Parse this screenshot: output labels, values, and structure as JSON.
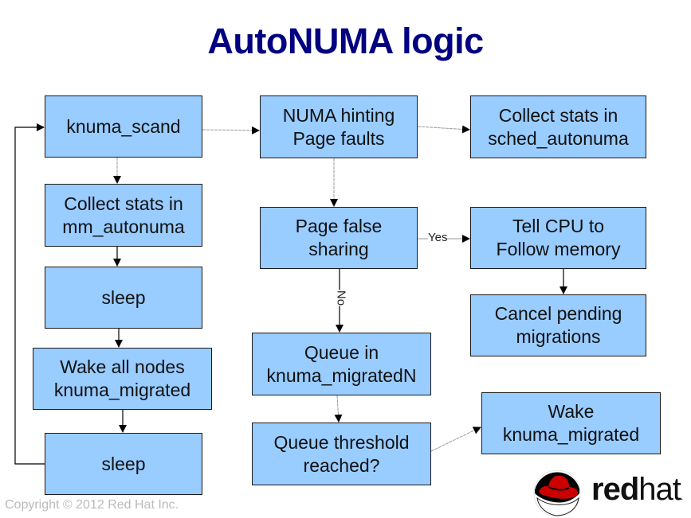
{
  "title": "AutoNUMA logic",
  "footer": {
    "copyright": "Copyright © 2012 Red Hat Inc."
  },
  "logo": {
    "bold_part": "red",
    "light_part": "hat",
    "suffix": ".",
    "colors": {
      "hat": "#cc0000",
      "text": "#111111"
    }
  },
  "colors": {
    "title": "#000080",
    "box_fill": "#99ccff",
    "box_border": "#1a1a1a",
    "arrow": "#000000",
    "dotted_arrow": "#888888"
  },
  "nodes": {
    "knuma_scand": {
      "lines": [
        "knuma_scand"
      ]
    },
    "collect_mm": {
      "lines": [
        "Collect stats in",
        "mm_autonuma"
      ]
    },
    "sleep1": {
      "lines": [
        "sleep"
      ]
    },
    "wake_all": {
      "lines": [
        "Wake all nodes",
        "knuma_migrated"
      ]
    },
    "sleep2": {
      "lines": [
        "sleep"
      ]
    },
    "numa_faults": {
      "lines": [
        "NUMA hinting",
        "Page faults"
      ]
    },
    "collect_sched": {
      "lines": [
        "Collect stats in",
        "sched_autonuma"
      ]
    },
    "false_sharing": {
      "lines": [
        "Page false",
        "sharing"
      ]
    },
    "tell_cpu": {
      "lines": [
        "Tell CPU to",
        "Follow memory"
      ]
    },
    "cancel_pending": {
      "lines": [
        "Cancel pending",
        "migrations"
      ]
    },
    "queue_in": {
      "lines": [
        "Queue in",
        "knuma_migratedN"
      ]
    },
    "queue_threshold": {
      "lines": [
        "Queue threshold",
        "reached?"
      ]
    },
    "wake_migrated": {
      "lines": [
        "Wake",
        "knuma_migrated"
      ]
    }
  },
  "edges": [
    {
      "from": "knuma_scand",
      "to": "numa_faults",
      "style": "dotted"
    },
    {
      "from": "knuma_scand",
      "to": "collect_mm",
      "style": "dotted"
    },
    {
      "from": "collect_mm",
      "to": "sleep1",
      "style": "solid"
    },
    {
      "from": "sleep1",
      "to": "wake_all",
      "style": "solid"
    },
    {
      "from": "wake_all",
      "to": "sleep2",
      "style": "solid"
    },
    {
      "from": "sleep2",
      "to": "knuma_scand",
      "style": "solid",
      "loop": true
    },
    {
      "from": "numa_faults",
      "to": "collect_sched",
      "style": "dotted"
    },
    {
      "from": "numa_faults",
      "to": "false_sharing",
      "style": "dotted"
    },
    {
      "from": "false_sharing",
      "to": "tell_cpu",
      "style": "dotted",
      "label": "Yes"
    },
    {
      "from": "tell_cpu",
      "to": "cancel_pending",
      "style": "solid"
    },
    {
      "from": "false_sharing",
      "to": "queue_in",
      "style": "solid",
      "label": "No"
    },
    {
      "from": "queue_in",
      "to": "queue_threshold",
      "style": "dotted"
    },
    {
      "from": "queue_threshold",
      "to": "wake_migrated",
      "style": "dotted"
    }
  ],
  "edge_labels": {
    "yes": "Yes",
    "no": "No"
  }
}
